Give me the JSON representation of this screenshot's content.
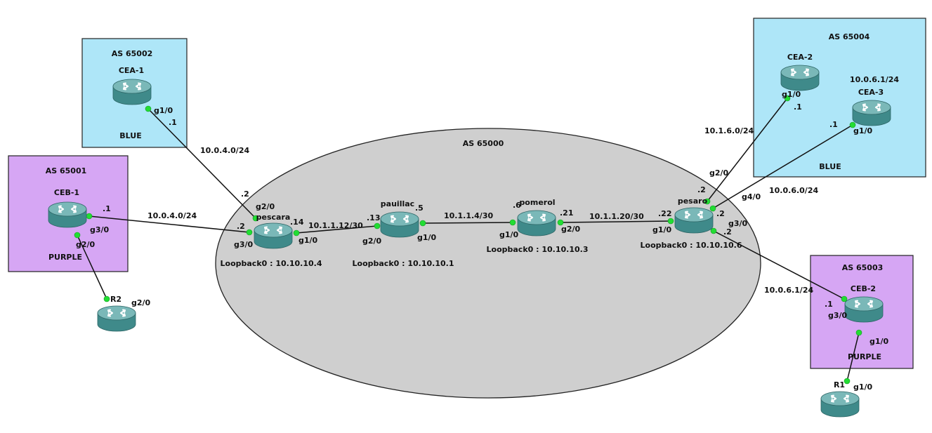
{
  "colors": {
    "background": "#ffffff",
    "as_core_fill": "#cfcfcf",
    "blue_site_fill": "#aee6f8",
    "purple_site_fill": "#d6a6f4",
    "link_color": "#111111",
    "port_dot": "#22dd33",
    "router_body": "#4e9898"
  },
  "core_as": {
    "label": "AS 65000"
  },
  "boxes": [
    {
      "id": "as65002",
      "as_label": "AS 65002",
      "site_label": "BLUE",
      "color": "blue"
    },
    {
      "id": "as65001",
      "as_label": "AS 65001",
      "site_label": "PURPLE",
      "color": "purple"
    },
    {
      "id": "as65004",
      "as_label": "AS 65004",
      "site_label": "BLUE",
      "color": "blue"
    },
    {
      "id": "as65003",
      "as_label": "AS 65003",
      "site_label": "PURPLE",
      "color": "purple"
    }
  ],
  "routers": [
    {
      "id": "cea1",
      "name": "CEA-1",
      "icon": "router-icon"
    },
    {
      "id": "ceb1",
      "name": "CEB-1",
      "icon": "router-icon"
    },
    {
      "id": "r2",
      "name": "R2",
      "icon": "router-icon"
    },
    {
      "id": "pescara",
      "name": "pescara",
      "loopback": "Loopback0 : 10.10.10.4",
      "icon": "router-icon"
    },
    {
      "id": "pauillac",
      "name": "pauillac",
      "loopback": "Loopback0 : 10.10.10.1",
      "icon": "router-icon"
    },
    {
      "id": "pomerol",
      "name": "pomerol",
      "loopback": "Loopback0 : 10.10.10.3",
      "icon": "router-icon"
    },
    {
      "id": "pesaro",
      "name": "pesaro",
      "loopback": "Loopback0 : 10.10.10.6",
      "icon": "router-icon"
    },
    {
      "id": "cea2",
      "name": "CEA-2",
      "icon": "router-icon"
    },
    {
      "id": "cea3",
      "name": "CEA-3",
      "icon": "router-icon"
    },
    {
      "id": "ceb2",
      "name": "CEB-2",
      "icon": "router-icon"
    },
    {
      "id": "r1",
      "name": "R1",
      "icon": "router-icon"
    }
  ],
  "links": [
    {
      "id": "cea1-pescara",
      "from": "cea1",
      "to": "pescara",
      "subnet": "10.0.4.0/24"
    },
    {
      "id": "ceb1-pescara",
      "from": "ceb1",
      "to": "pescara",
      "subnet": "10.0.4.0/24"
    },
    {
      "id": "ceb1-r2",
      "from": "ceb1",
      "to": "r2",
      "subnet": ""
    },
    {
      "id": "pescara-pauillac",
      "from": "pescara",
      "to": "pauillac",
      "subnet": "10.1.1.12/30"
    },
    {
      "id": "pauillac-pomerol",
      "from": "pauillac",
      "to": "pomerol",
      "subnet": "10.1.1.4/30"
    },
    {
      "id": "pomerol-pesaro",
      "from": "pomerol",
      "to": "pesaro",
      "subnet": "10.1.1.20/30"
    },
    {
      "id": "pesaro-cea2",
      "from": "pesaro",
      "to": "cea2",
      "subnet": "10.1.6.0/24"
    },
    {
      "id": "pesaro-cea3",
      "from": "pesaro",
      "to": "cea3",
      "subnet": "10.0.6.0/24"
    },
    {
      "id": "pesaro-ceb2",
      "from": "pesaro",
      "to": "ceb2",
      "subnet": "10.0.6.1/24"
    },
    {
      "id": "ceb2-r1",
      "from": "ceb2",
      "to": "r1",
      "subnet": ""
    }
  ],
  "labels": {
    "cea1_if": "g1/0",
    "cea1_ip": ".1",
    "pescara_g2_if": "g2/0",
    "pescara_g2_ip": ".2",
    "pescara_g3_if": "g3/0",
    "pescara_g3_ip": ".2",
    "pescara_g1_if": "g1/0",
    "pescara_g1_ip": ".14",
    "ceb1_ip": ".1",
    "ceb1_g3_if": "g3/0",
    "ceb1_g2_if": "g2/0",
    "r2_if": "g2/0",
    "pauillac_g2_if": "g2/0",
    "pauillac_g2_ip": ".13",
    "pauillac_g1_if": "g1/0",
    "pauillac_g1_ip": ".5",
    "pomerol_g1_if": "g1/0",
    "pomerol_g1_ip": ".6",
    "pomerol_g2_if": "g2/0",
    "pomerol_g2_ip": ".21",
    "pesaro_g1_if": "g1/0",
    "pesaro_g1_ip": ".22",
    "pesaro_g2_if": "g2/0",
    "pesaro_g2_ip": ".2",
    "pesaro_g4_if": "g4/0",
    "pesaro_g4_ip": ".2",
    "pesaro_g3_if": "g3/0",
    "pesaro_g3_ip": ".2",
    "cea2_if": "g1/0",
    "cea2_ip": ".1",
    "cea3_if": "g1/0",
    "cea3_ip": ".1",
    "cea3_addr": "10.0.6.1/24",
    "ceb2_if_g3": "g3/0",
    "ceb2_ip": ".1",
    "ceb2_if_g1": "g1/0",
    "r1_if": "g1/0"
  }
}
